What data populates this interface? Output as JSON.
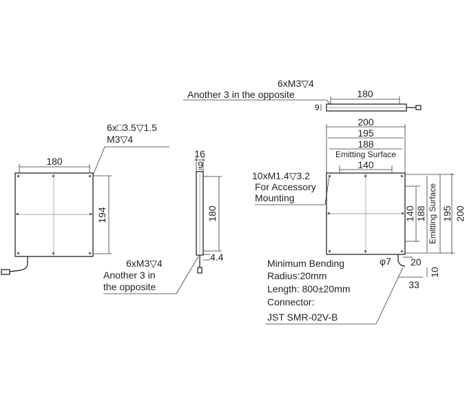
{
  "notes": {
    "top_holes_line1": "6xM3▽4",
    "top_holes_line2": "Another 3 in the opposite",
    "front_holes_line1": "6x□3.5▽1.5",
    "front_holes_line2": "M3▽4",
    "side_holes_line1": "6xM3▽4",
    "side_holes_line2": "Another 3 in",
    "side_holes_line3": "the opposite",
    "accessory_line1": "10xM1.4▽3.2",
    "accessory_line2": "For Accessory",
    "accessory_line3": "Mounting",
    "cable_line1": "Minimum Bending",
    "cable_line2": "Radius:20mm",
    "cable_line3": "Length: 800±20mm",
    "cable_line4": "Connector:",
    "cable_line5": "JST SMR-02V-B"
  },
  "dims": {
    "top_180": "180",
    "top_9": "9",
    "front_180": "180",
    "front_194": "194",
    "side_16": "16",
    "side_9": "9",
    "side_180": "180",
    "side_4_4": "4.4",
    "rear_200": "200",
    "rear_195": "195",
    "rear_188": "188",
    "rear_140": "140",
    "rear_emitting_h": "Emitting Surface",
    "rear_140_v": "140",
    "rear_188_v": "188",
    "rear_emitting_v": "Emitting Surface",
    "rear_195_v": "195",
    "rear_200_v": "200",
    "cable_phi7": "φ7",
    "cable_20": "20",
    "cable_10": "10",
    "cable_33": "33"
  }
}
